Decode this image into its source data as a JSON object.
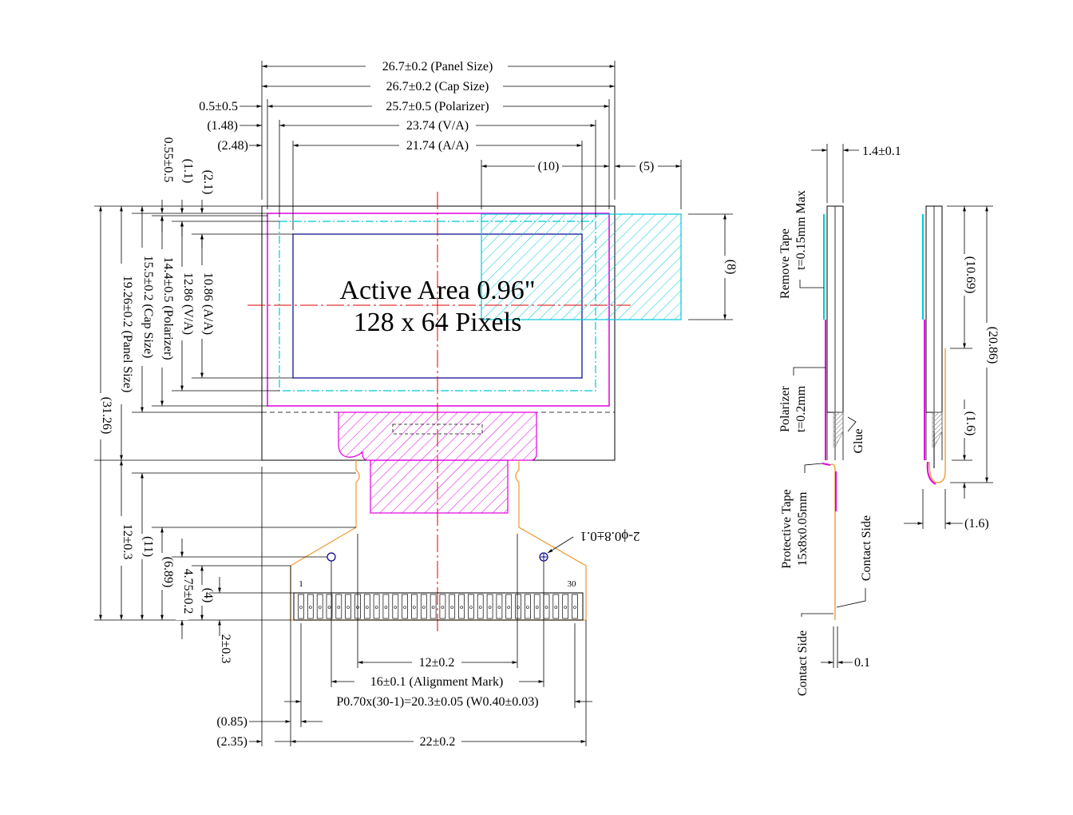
{
  "front_view": {
    "title_line1": "Active Area 0.96\"",
    "title_line2": "128 x 64 Pixels",
    "top_dims": {
      "panel": "26.7±0.2 (Panel Size)",
      "cap": "26.7±0.2 (Cap Size)",
      "polarizer_offset": "0.5±0.5",
      "polarizer": "25.7±0.5 (Polarizer)",
      "va_offset": "(1.48)",
      "va": "23.74 (V/A)",
      "aa_offset": "(2.48)",
      "aa": "21.74 (A/A)",
      "dim_10": "(10)",
      "dim_5": "(5)"
    },
    "left_dims": {
      "d055": "0.55±0.5",
      "d11": "(1.1)",
      "d21": "(2.1)",
      "aa": "10.86 (A/A)",
      "va": "12.86 (V/A)",
      "polarizer": "14.4±0.5 (Polarizer)",
      "cap": "15.5±0.2 (Cap Size)",
      "panel": "19.26±0.2 (Panel Size)",
      "total": "(31.26)",
      "fpc": "12±0.3",
      "d11b": "(11)",
      "d689": "(6.89)",
      "d475": "4.75±0.2",
      "d4": "(4)",
      "d2": "2±0.3"
    },
    "right_dims": {
      "d8": "(8)"
    },
    "hole_note": "2-ϕ0.8±0.1",
    "pin_first": "1",
    "pin_last": "30",
    "bottom_dims": {
      "d12": "12±0.2",
      "d16": "16±0.1 (Alignment Mark)",
      "pitch": "P0.70x(30-1)=20.3±0.05 (W0.40±0.03)",
      "d085": "(0.85)",
      "d235": "(2.35)",
      "d22": "22±0.2"
    }
  },
  "side_view": {
    "thickness": "1.4±0.1",
    "remove_tape_1": "Remove Tape",
    "remove_tape_2": "t=0.15mm Max",
    "polarizer_1": "Polarizer",
    "polarizer_2": "t=0.2mm",
    "glue": "Glue",
    "protective_1": "Protective Tape",
    "protective_2": "15x8x0.05mm",
    "contact_side_a": "Contact Side",
    "contact_side_b": "Contact Side",
    "fpc_thick": "0.1"
  },
  "folded_view": {
    "d1069": "(10.69)",
    "d2086": "(20.86)",
    "d16a": "(1.6)",
    "d16b": "(1.6)"
  },
  "colors": {
    "line": "#000000",
    "magenta": "#e000e0",
    "cyan": "#00c8d8",
    "navy": "#00008b",
    "red": "#e00000",
    "orange": "#f0a040",
    "gray": "#909090"
  }
}
